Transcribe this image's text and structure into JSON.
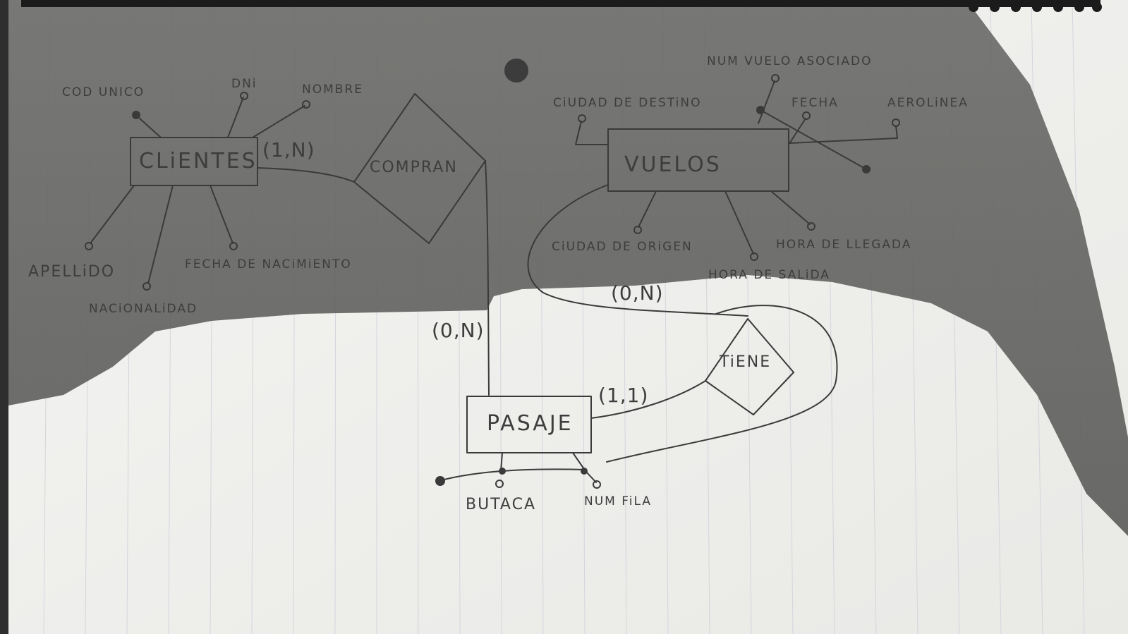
{
  "diagram": {
    "entities": {
      "clientes": "CLiENTES",
      "vuelos": "VUELOS",
      "pasaje": "PASAJE"
    },
    "relationships": {
      "compran": "COMPRAN",
      "tiene": "TiENE"
    },
    "attributes": {
      "cod_unico": "COD UNICO",
      "dni": "DNi",
      "nombre": "NOMBRE",
      "apellido": "APELLiDO",
      "nacionalidad": "NACiONALiDAD",
      "fecha_nacimiento": "FECHA DE NACiMiENTO",
      "num_vuelo_asociado": "NUM VUELO ASOCIADO",
      "ciudad_destino": "CiUDAD DE DESTiNO",
      "fecha": "FECHA",
      "aerolinea": "AEROLiNEA",
      "ciudad_origen": "CiUDAD DE ORiGEN",
      "hora_llegada": "HORA DE LLEGADA",
      "hora_salida": "HORA DE SALiDA",
      "butaca": "BUTACA",
      "num_fila": "NUM FiLA"
    },
    "cardinalities": {
      "clientes_compran": "(1,N)",
      "compran_pasaje": "(0,N)",
      "vuelos_tiene": "(0,N)",
      "pasaje_tiene": "(1,1)"
    }
  }
}
